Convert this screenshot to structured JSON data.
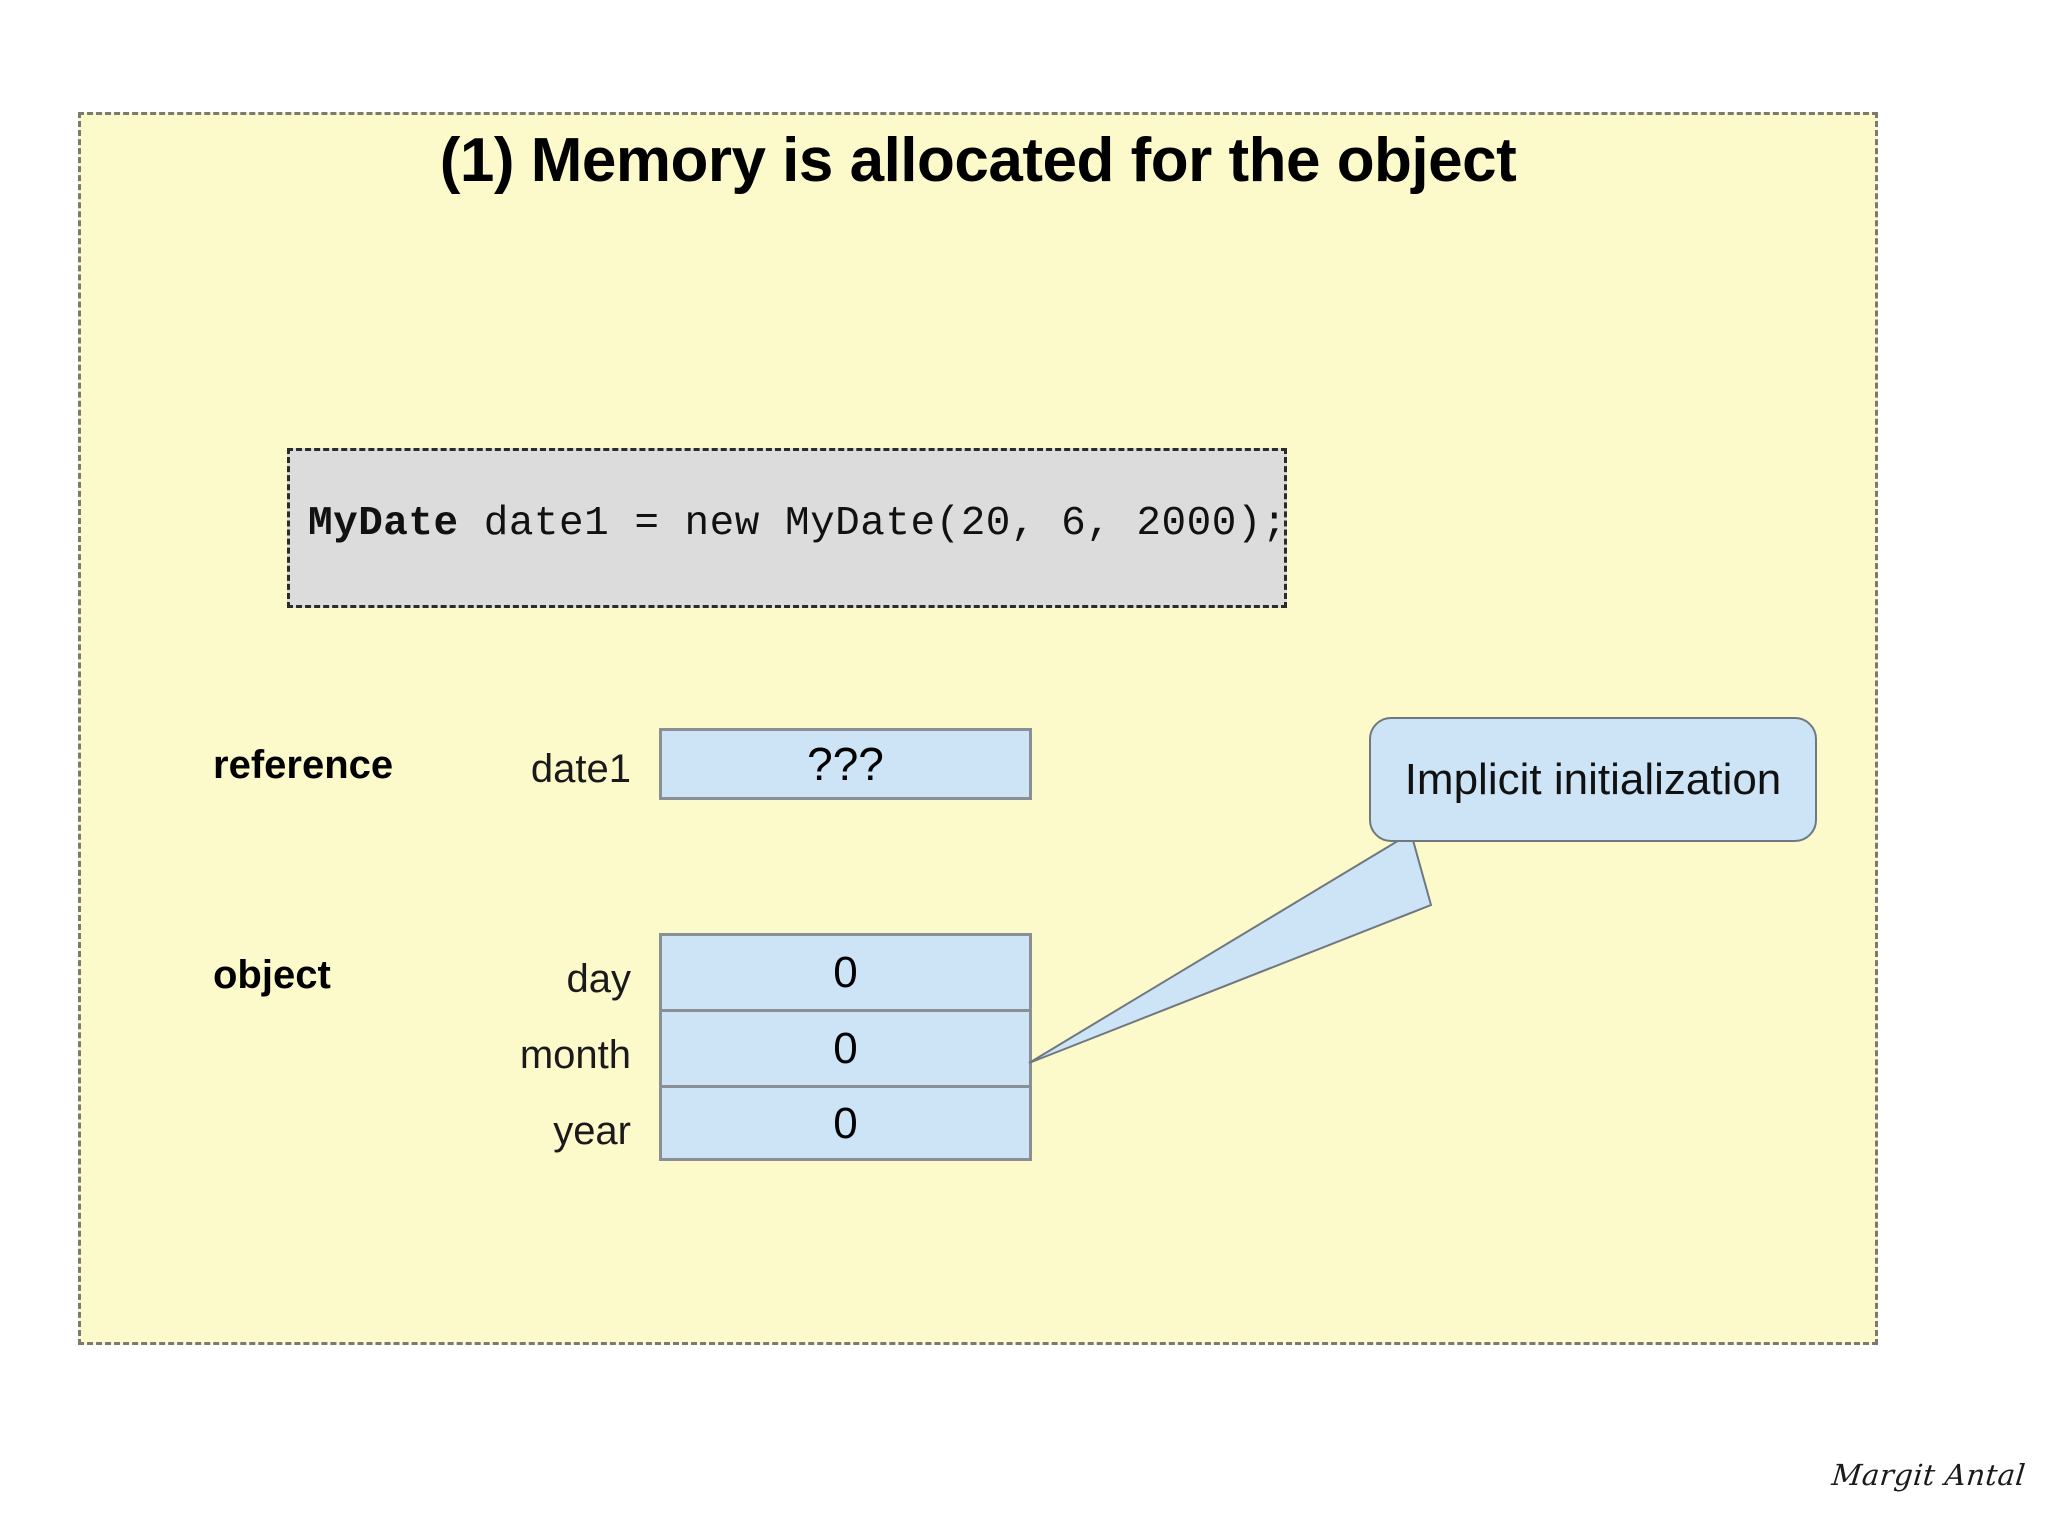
{
  "slide": {
    "title": "(1) Memory is allocated for the object",
    "background_color": "#FCFACB",
    "border_color": "#7a7a72"
  },
  "code_box": {
    "background_color": "#dcdcdc",
    "keyword": "MyDate",
    "rest": " date1 = new MyDate(20, 6, 2000);",
    "full_text": "MyDate date1 = new MyDate(20, 6, 2000);"
  },
  "diagram": {
    "box_fill_color": "#CCE4F6",
    "box_border_color": "#8a8f95",
    "reference": {
      "label": "reference",
      "variable_name": "date1",
      "value": "???"
    },
    "object": {
      "label": "object",
      "fields": [
        {
          "name": "day",
          "value": "0"
        },
        {
          "name": "month",
          "value": "0"
        },
        {
          "name": "year",
          "value": "0"
        }
      ]
    }
  },
  "callout": {
    "text": "Implicit initialization",
    "fill_color": "#CCE4F6",
    "border_color": "#6f7880"
  },
  "signature": {
    "text": "Margit Antal"
  }
}
